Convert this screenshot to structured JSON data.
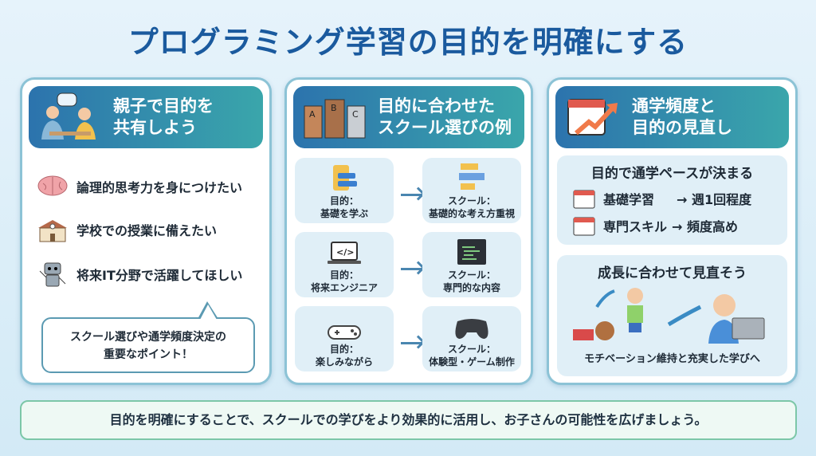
{
  "title": "プログラミング学習の目的を明確にする",
  "card1": {
    "header": [
      "親子で目的を",
      "共有しよう"
    ],
    "items": [
      "論理的思考力を身につけたい",
      "学校での授業に備えたい",
      "将来IT分野で活躍してほしい"
    ],
    "bubble": [
      "スクール選びや通学頻度決定の",
      "重要なポイント！"
    ]
  },
  "card2": {
    "header": [
      "目的に合わせた",
      "スクール選びの例"
    ],
    "rows": [
      {
        "goal_label": "目的：",
        "goal": "基礎を学ぶ",
        "school_label": "スクール：",
        "school": "基礎的な考え方重視"
      },
      {
        "goal_label": "目的：",
        "goal": "将来エンジニア",
        "school_label": "スクール：",
        "school": "専門的な内容"
      },
      {
        "goal_label": "目的：",
        "goal": "楽しみながら",
        "school_label": "スクール：",
        "school": "体験型・ゲーム制作"
      }
    ]
  },
  "card3": {
    "header": [
      "通学頻度と",
      "目的の見直し"
    ],
    "panel1": {
      "title": "目的で通学ペースが決まる",
      "rows": [
        {
          "left": "基礎学習",
          "right": "→ 週1回程度"
        },
        {
          "left": "専門スキル",
          "right": "→ 頻度高め"
        }
      ]
    },
    "panel2": {
      "title": "成長に合わせて見直そう",
      "caption": "モチベーション維持と充実した学びへ"
    }
  },
  "footer": "目的を明確にすることで、スクールでの学びをより効果的に活用し、お子さんの可能性を広げましょう。",
  "colors": {
    "title": "#1a5a9e",
    "header_start": "#2c73ad",
    "header_end": "#3aa6ab",
    "card_border": "#8cc3d6",
    "panel": "#e0eff7"
  }
}
